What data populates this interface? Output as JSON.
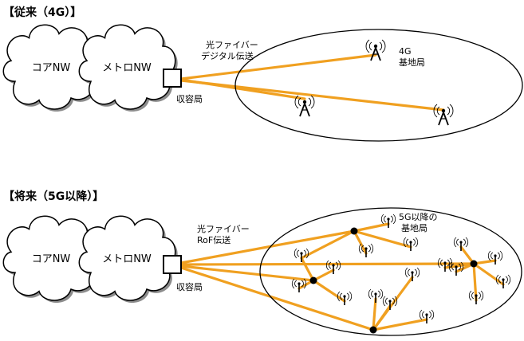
{
  "sections": {
    "current": {
      "heading": "【従来（4G）】",
      "cloud_core": "コアNW",
      "cloud_metro": "メトロNW",
      "fiber_label_line1": "光ファイバー",
      "fiber_label_line2": "デジタル伝送",
      "central_office": "収容局",
      "station_label_line1": "4G",
      "station_label_line2": "基地局"
    },
    "future": {
      "heading": "【将来（5G以降）】",
      "cloud_core": "コアNW",
      "cloud_metro": "メトロNW",
      "fiber_label_line1": "光ファイバー",
      "fiber_label_line2": "RoF伝送",
      "central_office": "収容局",
      "station_label_line1": "5G以降の",
      "station_label_line2": "基地局"
    }
  },
  "colors": {
    "fiber": "#f0a020",
    "outline": "#000000",
    "cloud_shadow": "#8c8c8c"
  }
}
